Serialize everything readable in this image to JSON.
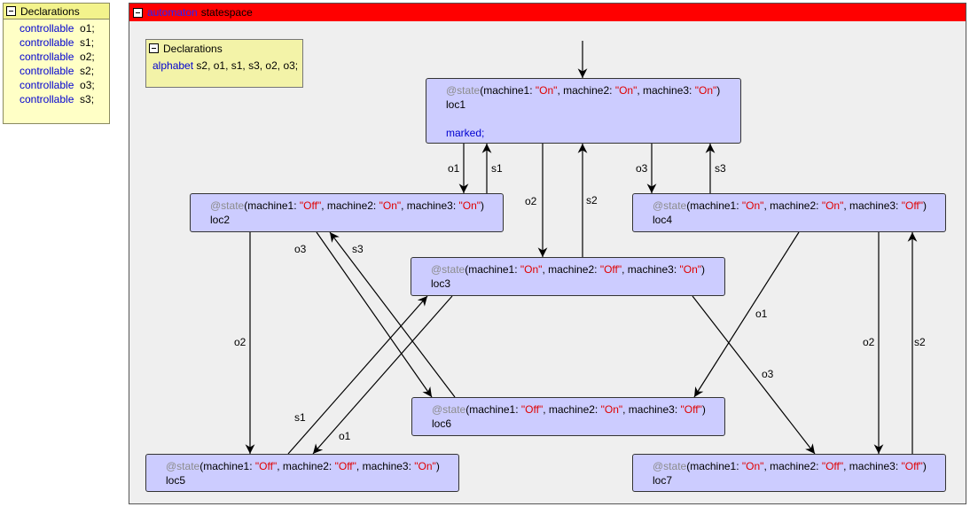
{
  "declarations_panel": {
    "title": "Declarations",
    "lines": [
      {
        "keyword": "controllable",
        "value": "o1;"
      },
      {
        "keyword": "controllable",
        "value": "s1;"
      },
      {
        "keyword": "controllable",
        "value": "o2;"
      },
      {
        "keyword": "controllable",
        "value": "s2;"
      },
      {
        "keyword": "controllable",
        "value": "o3;"
      },
      {
        "keyword": "controllable",
        "value": "s3;"
      }
    ]
  },
  "automaton": {
    "kind": "automaton",
    "name": "statespace",
    "declarations": {
      "title": "Declarations",
      "keyword": "alphabet",
      "value": "s2, o1, s1, s3, o2, o3;"
    },
    "state_keyword": "@state",
    "colors": {
      "header": "#ff0000",
      "state_fill": "#ccccff",
      "keyword": "#0000d0",
      "string": "#e00000"
    },
    "locations": {
      "loc1": {
        "name": "loc1",
        "m1": "\"On\"",
        "m2": "\"On\"",
        "m3": "\"On\"",
        "marked": "marked;"
      },
      "loc2": {
        "name": "loc2",
        "m1": "\"Off\"",
        "m2": "\"On\"",
        "m3": "\"On\""
      },
      "loc3": {
        "name": "loc3",
        "m1": "\"On\"",
        "m2": "\"Off\"",
        "m3": "\"On\""
      },
      "loc4": {
        "name": "loc4",
        "m1": "\"On\"",
        "m2": "\"On\"",
        "m3": "\"Off\""
      },
      "loc5": {
        "name": "loc5",
        "m1": "\"Off\"",
        "m2": "\"Off\"",
        "m3": "\"On\""
      },
      "loc6": {
        "name": "loc6",
        "m1": "\"Off\"",
        "m2": "\"On\"",
        "m3": "\"Off\""
      },
      "loc7": {
        "name": "loc7",
        "m1": "\"On\"",
        "m2": "\"Off\"",
        "m3": "\"Off\""
      }
    },
    "var_labels": {
      "m1": "machine1: ",
      "m2": "machine2: ",
      "m3": "machine3: "
    },
    "edges": [
      {
        "id": "loc1-loc2",
        "label": "o1"
      },
      {
        "id": "loc2-loc1",
        "label": "s1"
      },
      {
        "id": "loc1-loc3",
        "label": "o2"
      },
      {
        "id": "loc3-loc1",
        "label": "s2"
      },
      {
        "id": "loc1-loc4",
        "label": "o3"
      },
      {
        "id": "loc4-loc1",
        "label": "s3"
      },
      {
        "id": "loc2-loc5",
        "label": "o2"
      },
      {
        "id": "loc2-loc6",
        "label": "o3"
      },
      {
        "id": "loc6-loc2",
        "label": "s3"
      },
      {
        "id": "loc3-loc5",
        "label": "o1"
      },
      {
        "id": "loc5-loc3",
        "label": "s1"
      },
      {
        "id": "loc3-loc7",
        "label": "o3"
      },
      {
        "id": "loc4-loc6",
        "label": "o1"
      },
      {
        "id": "loc4-loc7",
        "label": "o2"
      },
      {
        "id": "loc7-loc4",
        "label": "s2"
      }
    ]
  }
}
